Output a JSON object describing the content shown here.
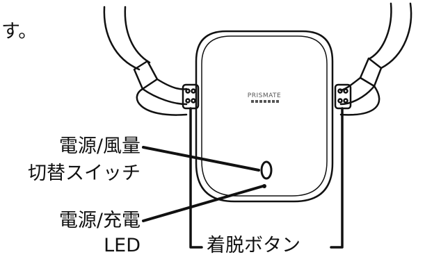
{
  "fragment_text": "す。",
  "device": {
    "brand": "PRISMATE"
  },
  "labels": {
    "power_fan_switch_line1": "電源/風量",
    "power_fan_switch_line2": "切替スイッチ",
    "power_charge_led_line1": "電源/充電",
    "power_charge_led_line2": "LED",
    "detach_button": "着脱ボタン"
  },
  "colors": {
    "line": "#111111",
    "background": "#ffffff",
    "brand_text": "#555555"
  }
}
